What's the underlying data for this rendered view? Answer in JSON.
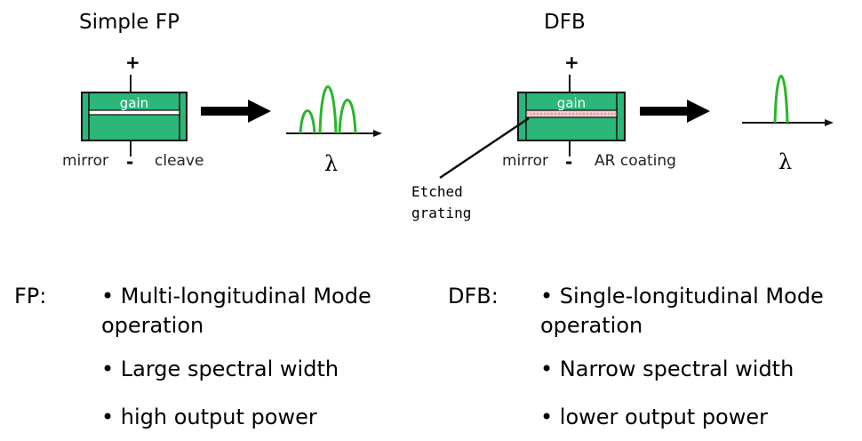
{
  "fp": {
    "title": "Simple FP",
    "plus": "+",
    "minus": "-",
    "gain": "gain",
    "mirror": "mirror",
    "cleave": "cleave",
    "lambda": "λ"
  },
  "dfb": {
    "title": "DFB",
    "plus": "+",
    "minus": "-",
    "gain": "gain",
    "mirror": "mirror",
    "coating": "AR coating",
    "lambda": "λ",
    "etched_line1": "Etched",
    "etched_line2": "grating"
  },
  "colors": {
    "chip": "#2bb67a",
    "spectrum": "#2bb52b",
    "grating": "#f2c9cc",
    "outline": "#111111"
  },
  "notes": {
    "fp": {
      "label": "FP:",
      "items": [
        "• Multi-longitudinal Mode",
        "operation",
        "• Large spectral width",
        "• high output power"
      ]
    },
    "dfb": {
      "label": "DFB:",
      "items": [
        "• Single-longitudinal Mode",
        "operation",
        "• Narrow spectral width",
        "• lower output power"
      ]
    }
  }
}
